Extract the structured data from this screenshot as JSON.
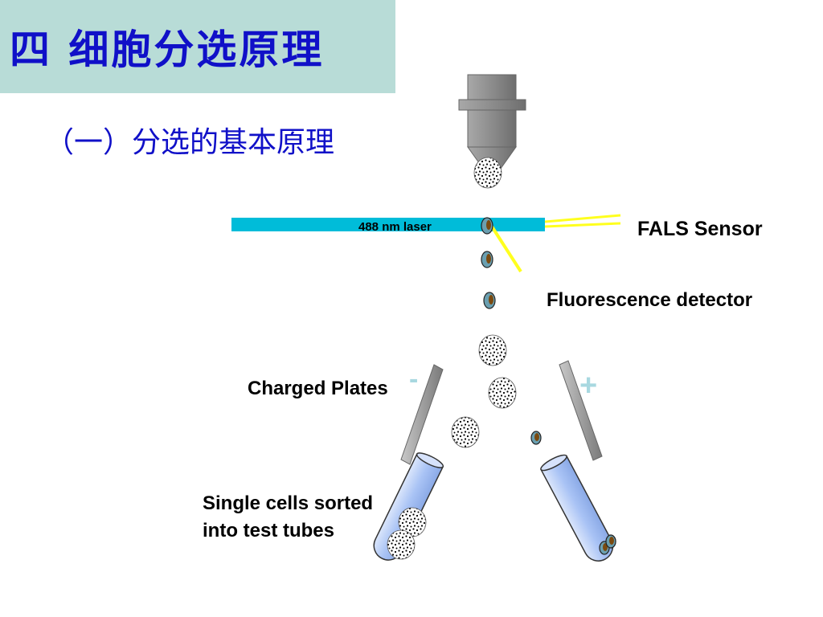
{
  "title": "四  细胞分选原理",
  "subtitle": "（一）分选的基本原理",
  "diagram": {
    "laser_label": "488 nm laser",
    "fals_label": "FALS Sensor",
    "fluorescence_label": "Fluorescence detector",
    "plates_label": "Charged Plates",
    "tubes_label_line1": "Single cells sorted",
    "tubes_label_line2": "into test tubes",
    "negative_sign": "-",
    "positive_sign": "+"
  },
  "colors": {
    "title_text": "#1010c8",
    "title_box": "#b8dcd7",
    "laser": "#00bcd9",
    "fals_beam": "#ffff1e",
    "plate": "#a8a8a8",
    "nozzle": "#8c8c8c",
    "tube": "#a9c3f5",
    "sign": "#a8d8e0"
  }
}
